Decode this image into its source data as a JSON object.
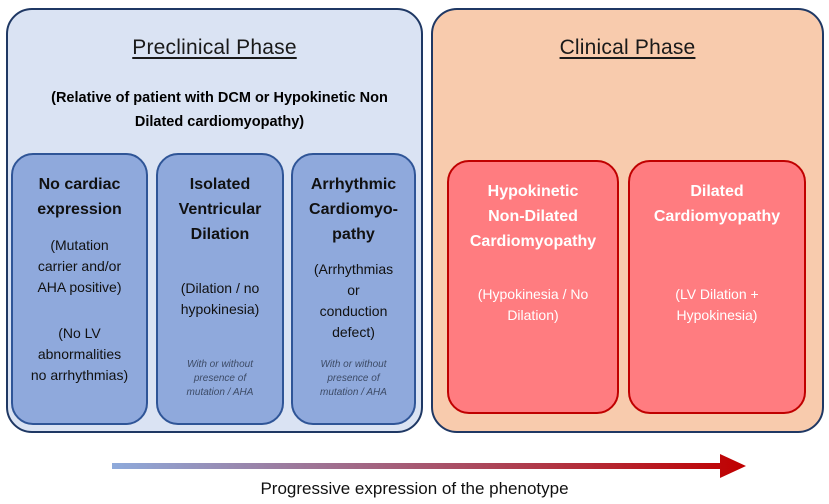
{
  "preclinical": {
    "title": "Preclinical Phase",
    "subtitle_line1": "(Relative of patient with DCM or Hypokinetic Non",
    "subtitle_line2": "Dilated cardiomyopathy)",
    "cards": [
      {
        "title_lines": [
          "No cardiac",
          "expression"
        ],
        "text1_lines": [
          "(Mutation",
          "carrier and/or",
          "AHA positive)"
        ],
        "text2_lines": [
          "(No LV",
          "abnormalities",
          "no arrhythmias)"
        ]
      },
      {
        "title_lines": [
          "Isolated",
          "Ventricular",
          "Dilation"
        ],
        "text1_lines": [
          "(Dilation / no",
          "hypokinesia)"
        ],
        "note_lines": [
          "With or without",
          "presence of",
          "mutation / AHA"
        ]
      },
      {
        "title_lines": [
          "Arrhythmic",
          "Cardiomyo-",
          "pathy"
        ],
        "text1_lines": [
          "(Arrhythmias",
          "or",
          "conduction",
          "defect)"
        ],
        "note_lines": [
          "With or without",
          "presence of",
          "mutation / AHA"
        ]
      }
    ]
  },
  "clinical": {
    "title": "Clinical Phase",
    "cards": [
      {
        "title_lines": [
          "Hypokinetic",
          "Non-Dilated",
          "Cardiomyopathy"
        ],
        "text1_lines": [
          "(Hypokinesia / No",
          "Dilation)"
        ]
      },
      {
        "title_lines": [
          "Dilated",
          "Cardiomyopathy"
        ],
        "text1_lines": [
          "(LV Dilation +",
          "Hypokinesia)"
        ]
      }
    ]
  },
  "arrow": {
    "caption": "Progressive expression of the phenotype",
    "color_start": "#8eaadb",
    "color_end": "#c00000"
  }
}
